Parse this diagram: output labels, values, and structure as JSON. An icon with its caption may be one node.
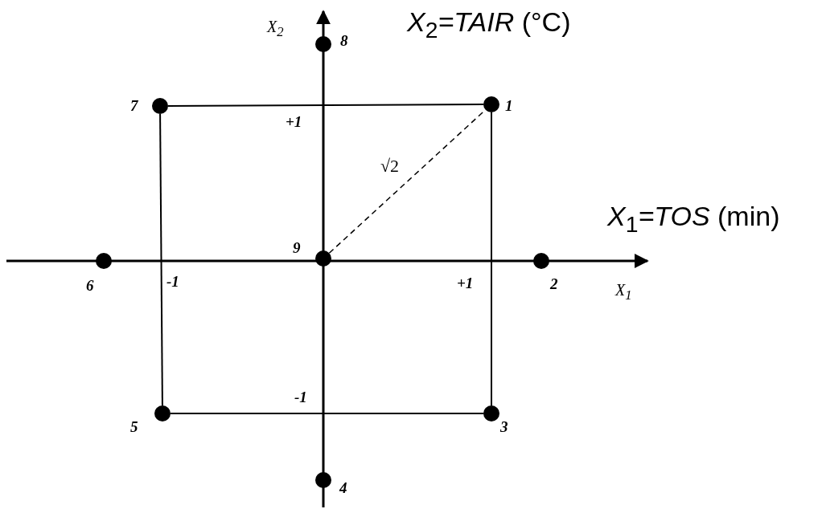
{
  "diagram": {
    "nodes": [
      {
        "text": [],
        "shape": "circle",
        "beside": [
          "8"
        ]
      },
      {
        "text": [],
        "shape": "circle",
        "beside": [
          "7"
        ]
      },
      {
        "text": [],
        "shape": "circle",
        "beside": [
          "1"
        ]
      },
      {
        "text": [],
        "shape": "circle",
        "beside": [
          "6"
        ]
      },
      {
        "text": [],
        "shape": "circle",
        "beside": [
          "9"
        ]
      },
      {
        "text": [],
        "shape": "circle",
        "beside": [
          "2"
        ]
      },
      {
        "text": [],
        "shape": "circle",
        "beside": [
          "5"
        ]
      },
      {
        "text": [],
        "shape": "circle",
        "beside": [
          "3"
        ]
      },
      {
        "text": [],
        "shape": "circle",
        "beside": [
          "4"
        ]
      }
    ],
    "edges": [
      {
        "from": 1,
        "to": 2,
        "arrow": "none"
      },
      {
        "from": 2,
        "to": 7,
        "arrow": "none"
      },
      {
        "from": 7,
        "to": 6,
        "arrow": "none"
      },
      {
        "from": 6,
        "to": 1,
        "arrow": "none"
      },
      {
        "from": 4,
        "to": 2,
        "arrow": "none",
        "style": "dashed",
        "label": "√2"
      }
    ],
    "labels": [
      "X$_{2}$",
      "*X*$_{2}$*=TAIR* (°C)",
      "+1",
      "*X*$_{1}$*=TOS* (min)",
      "-1",
      "+1",
      "X$_{1}$",
      "-1"
    ]
  }
}
